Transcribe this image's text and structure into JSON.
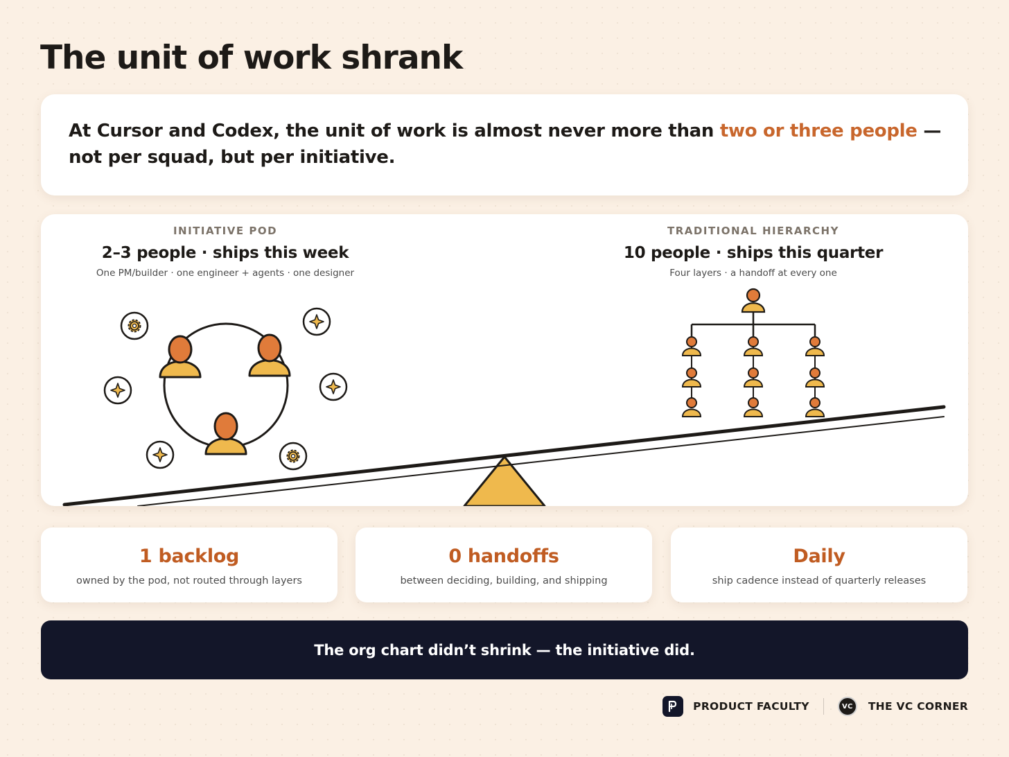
{
  "page": {
    "title": "The unit of work shrank"
  },
  "quote": {
    "before": "At Cursor and Codex, the unit of work is almost never more than ",
    "highlight": "two or three people",
    "after": " — not per squad, but per initiative."
  },
  "left_panel": {
    "eyebrow": "INITIATIVE POD",
    "headline": "2–3 people · ships this week",
    "sub": "One PM/builder · one engineer + agents · one designer"
  },
  "right_panel": {
    "eyebrow": "TRADITIONAL HIERARCHY",
    "headline": "10 people · ships this quarter",
    "sub": "Four layers · a handoff at every one"
  },
  "stats": [
    {
      "value": "1 backlog",
      "desc": "owned by the pod, not routed through layers"
    },
    {
      "value": "0 handoffs",
      "desc": "between deciding, building, and shipping"
    },
    {
      "value": "Daily",
      "desc": "ship cadence instead of quarterly releases"
    }
  ],
  "banner": {
    "text": "The org chart didn’t shrink — the initiative did."
  },
  "footer": {
    "brand_1": "PRODUCT FACULTY",
    "brand_2": "THE VC CORNER",
    "brand_2_logo_text": "VC"
  },
  "colors": {
    "accent": "#c8662c",
    "head_orange": "#e07b3a",
    "body_yellow": "#efb94d",
    "banner_bg": "#131629"
  },
  "icons": [
    "gear-icon",
    "sparkle-icon",
    "person-icon",
    "product-faculty-logo-icon",
    "vc-corner-logo-icon"
  ]
}
